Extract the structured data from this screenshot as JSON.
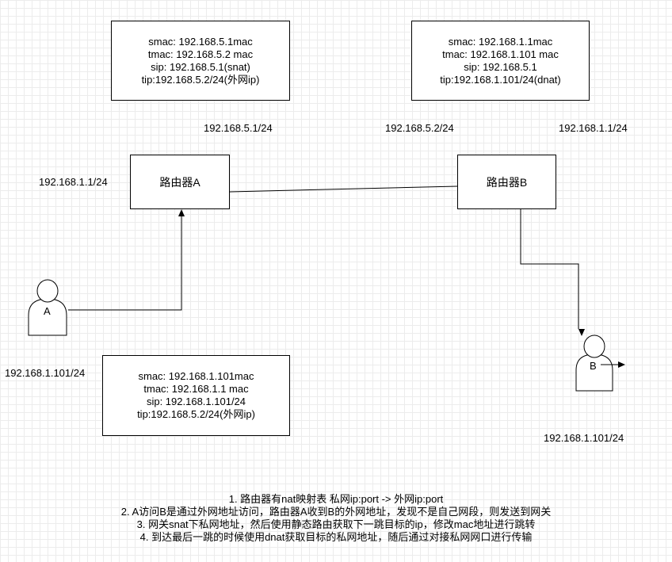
{
  "packet_boxes": {
    "top_left": {
      "lines": [
        "smac: 192.168.5.1mac",
        "tmac: 192.168.5.2 mac",
        "sip: 192.168.5.1(snat)",
        "tip:192.168.5.2/24(外网ip)"
      ]
    },
    "top_right": {
      "lines": [
        "smac: 192.168.1.1mac",
        "tmac: 192.168.1.101 mac",
        "sip: 192.168.5.1",
        "tip:192.168.1.101/24(dnat)"
      ]
    },
    "bottom": {
      "lines": [
        "smac: 192.168.1.101mac",
        "tmac: 192.168.1.1 mac",
        "sip: 192.168.1.101/24",
        "tip:192.168.5.2/24(外网ip)"
      ]
    }
  },
  "routers": {
    "a": "路由器A",
    "b": "路由器B"
  },
  "users": {
    "a": "A",
    "b": "B"
  },
  "ip_labels": {
    "router_a_wan": "192.168.5.1/24",
    "router_b_wan": "192.168.5.2/24",
    "router_b_lan": "192.168.1.1/24",
    "router_a_lan": "192.168.1.1/24",
    "host_a": "192.168.1.101/24",
    "host_b": "192.168.1.101/24"
  },
  "notes": [
    "1. 路由器有nat映射表 私网ip:port -> 外网ip:port",
    "2. A访问B是通过外网地址访问，路由器A收到B的外网地址，发现不是自己网段，则发送到网关",
    "3. 网关snat下私网地址，然后使用静态路由获取下一跳目标的ip，修改mac地址进行跳转",
    "4. 到达最后一跳的时候使用dnat获取目标的私网地址，随后通过对接私网网口进行传输"
  ]
}
